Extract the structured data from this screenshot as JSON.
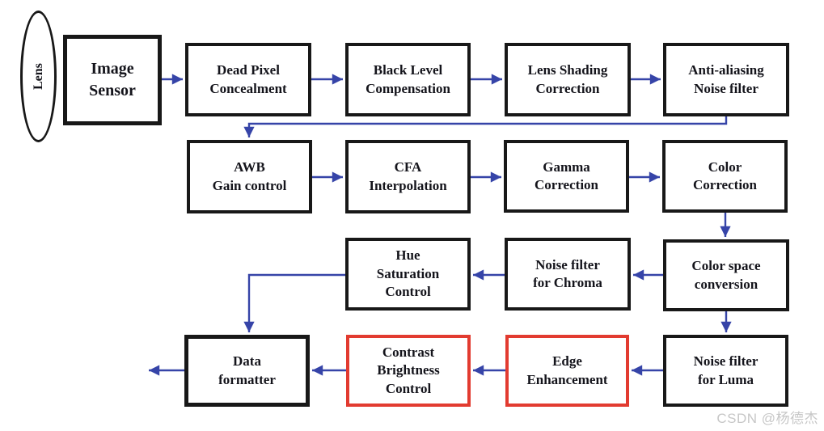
{
  "diagram": {
    "title_hint": "ISP image processing pipeline block diagram",
    "nodes": {
      "lens": {
        "label": "Lens"
      },
      "image_sensor": {
        "label": "Image\nSensor"
      },
      "dead_pixel": {
        "label": "Dead Pixel\nConcealment"
      },
      "black_level": {
        "label": "Black Level\nCompensation"
      },
      "lens_shading": {
        "label": "Lens Shading\nCorrection"
      },
      "anti_aliasing": {
        "label": "Anti-aliasing\nNoise filter"
      },
      "awb": {
        "label": "AWB\nGain control"
      },
      "cfa": {
        "label": "CFA\nInterpolation"
      },
      "gamma": {
        "label": "Gamma\nCorrection"
      },
      "color_correction": {
        "label": "Color\nCorrection"
      },
      "hue_saturation": {
        "label": "Hue\nSaturation\nControl"
      },
      "noise_chroma": {
        "label": "Noise filter\nfor Chroma"
      },
      "color_space": {
        "label": "Color space\nconversion"
      },
      "data_formatter": {
        "label": "Data\nformatter"
      },
      "contrast_brightness": {
        "label": "Contrast\nBrightness\nControl"
      },
      "edge_enhancement": {
        "label": "Edge\nEnhancement"
      },
      "noise_luma": {
        "label": "Noise filter\nfor Luma"
      }
    },
    "flow": [
      "Lens -> Image Sensor -> Dead Pixel Concealment -> Black Level Compensation -> Lens Shading Correction -> Anti-aliasing Noise filter -> AWB Gain control -> CFA Interpolation -> Gamma Correction -> Color Correction -> Color space conversion -> Noise filter for Chroma -> Hue Saturation Control -> Data formatter",
      "Color space conversion -> Noise filter for Luma -> Edge Enhancement -> Contrast Brightness Control -> Data formatter -> output"
    ],
    "colors": {
      "arrow": "#3644a8",
      "box_border": "#181818",
      "highlight_border": "#e23b30",
      "text": "#14141b",
      "background": "#ffffff",
      "watermark": "#c7c7c7"
    }
  },
  "watermark": {
    "text": "CSDN @杨德杰"
  }
}
